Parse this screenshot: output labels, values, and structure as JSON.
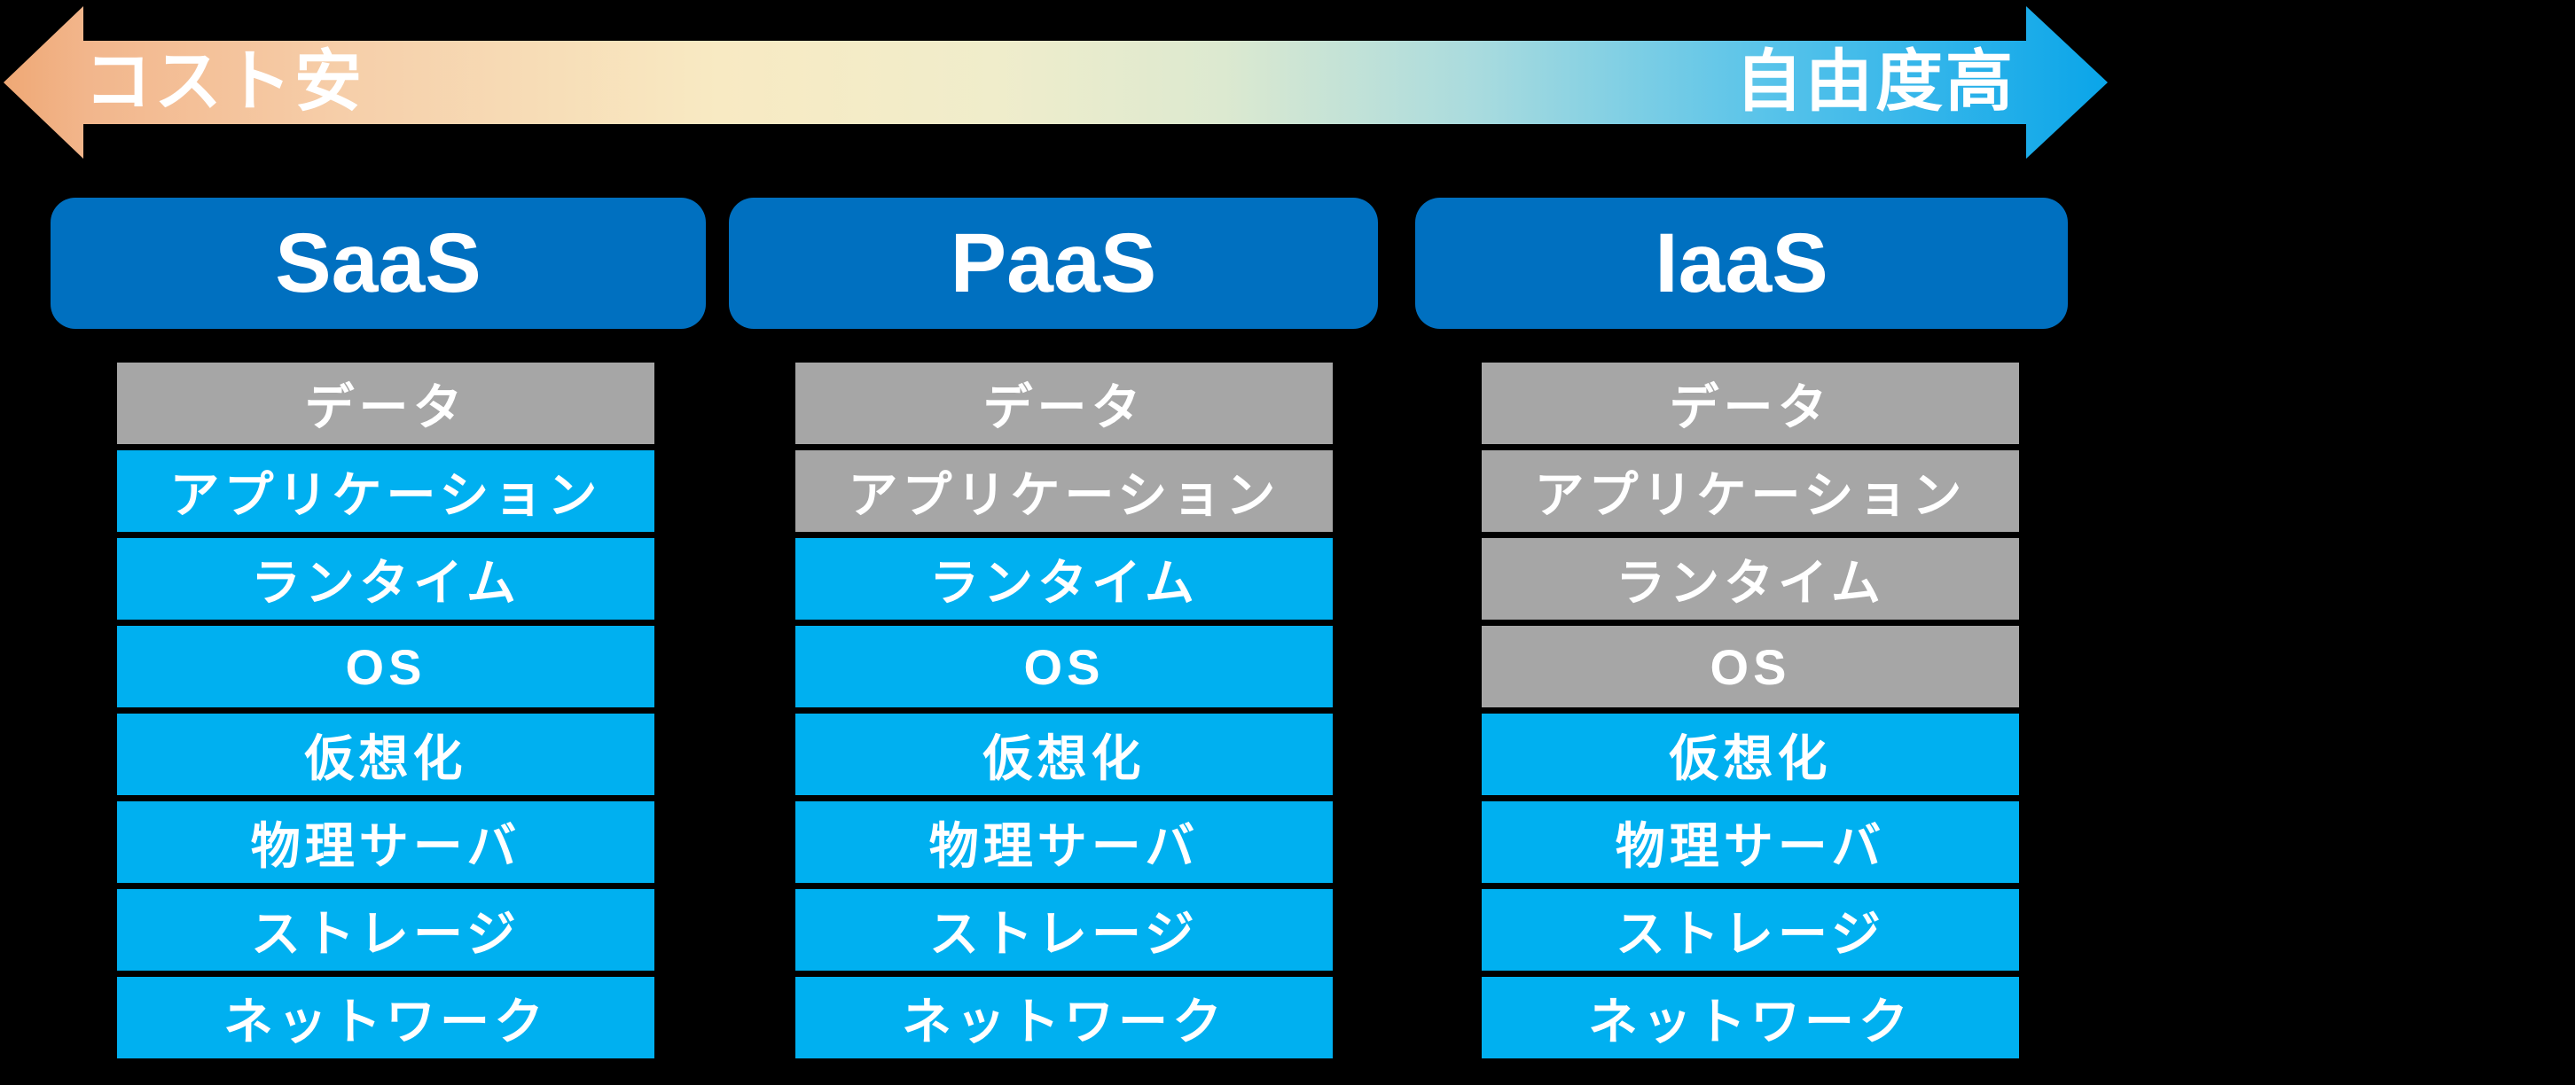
{
  "scale_arrow": {
    "left_label": "コスト安",
    "right_label": "自由度高",
    "gradient_stops": [
      {
        "offset": 0.0,
        "color": "#EFA875"
      },
      {
        "offset": 0.04,
        "color": "#F2B68C"
      },
      {
        "offset": 0.16,
        "color": "#F6CEA9"
      },
      {
        "offset": 0.34,
        "color": "#F8EAC3"
      },
      {
        "offset": 0.47,
        "color": "#F0EDCB"
      },
      {
        "offset": 0.58,
        "color": "#DCE9D0"
      },
      {
        "offset": 0.7,
        "color": "#A9DBDE"
      },
      {
        "offset": 0.84,
        "color": "#57C3EA"
      },
      {
        "offset": 1.0,
        "color": "#0AA5E9"
      }
    ]
  },
  "columns": [
    {
      "name": "SaaS",
      "layers": [
        {
          "label": "データ",
          "managed": "user"
        },
        {
          "label": "アプリケーション",
          "managed": "provider"
        },
        {
          "label": "ランタイム",
          "managed": "provider"
        },
        {
          "label": "OS",
          "managed": "provider"
        },
        {
          "label": "仮想化",
          "managed": "provider"
        },
        {
          "label": "物理サーバ",
          "managed": "provider"
        },
        {
          "label": "ストレージ",
          "managed": "provider"
        },
        {
          "label": "ネットワーク",
          "managed": "provider"
        }
      ]
    },
    {
      "name": "PaaS",
      "layers": [
        {
          "label": "データ",
          "managed": "user"
        },
        {
          "label": "アプリケーション",
          "managed": "user"
        },
        {
          "label": "ランタイム",
          "managed": "provider"
        },
        {
          "label": "OS",
          "managed": "provider"
        },
        {
          "label": "仮想化",
          "managed": "provider"
        },
        {
          "label": "物理サーバ",
          "managed": "provider"
        },
        {
          "label": "ストレージ",
          "managed": "provider"
        },
        {
          "label": "ネットワーク",
          "managed": "provider"
        }
      ]
    },
    {
      "name": "IaaS",
      "layers": [
        {
          "label": "データ",
          "managed": "user"
        },
        {
          "label": "アプリケーション",
          "managed": "user"
        },
        {
          "label": "ランタイム",
          "managed": "user"
        },
        {
          "label": "OS",
          "managed": "user"
        },
        {
          "label": "仮想化",
          "managed": "provider"
        },
        {
          "label": "物理サーバ",
          "managed": "provider"
        },
        {
          "label": "ストレージ",
          "managed": "provider"
        },
        {
          "label": "ネットワーク",
          "managed": "provider"
        }
      ]
    }
  ],
  "colors": {
    "background": "#000000",
    "header_bg": "#0070C0",
    "header_text": "#FFFFFF",
    "layer_provider": "#00B0F0",
    "layer_user": "#A6A6A6",
    "layer_text": "#FFFFFF",
    "arrow_label_text": "#FFFFFF"
  }
}
